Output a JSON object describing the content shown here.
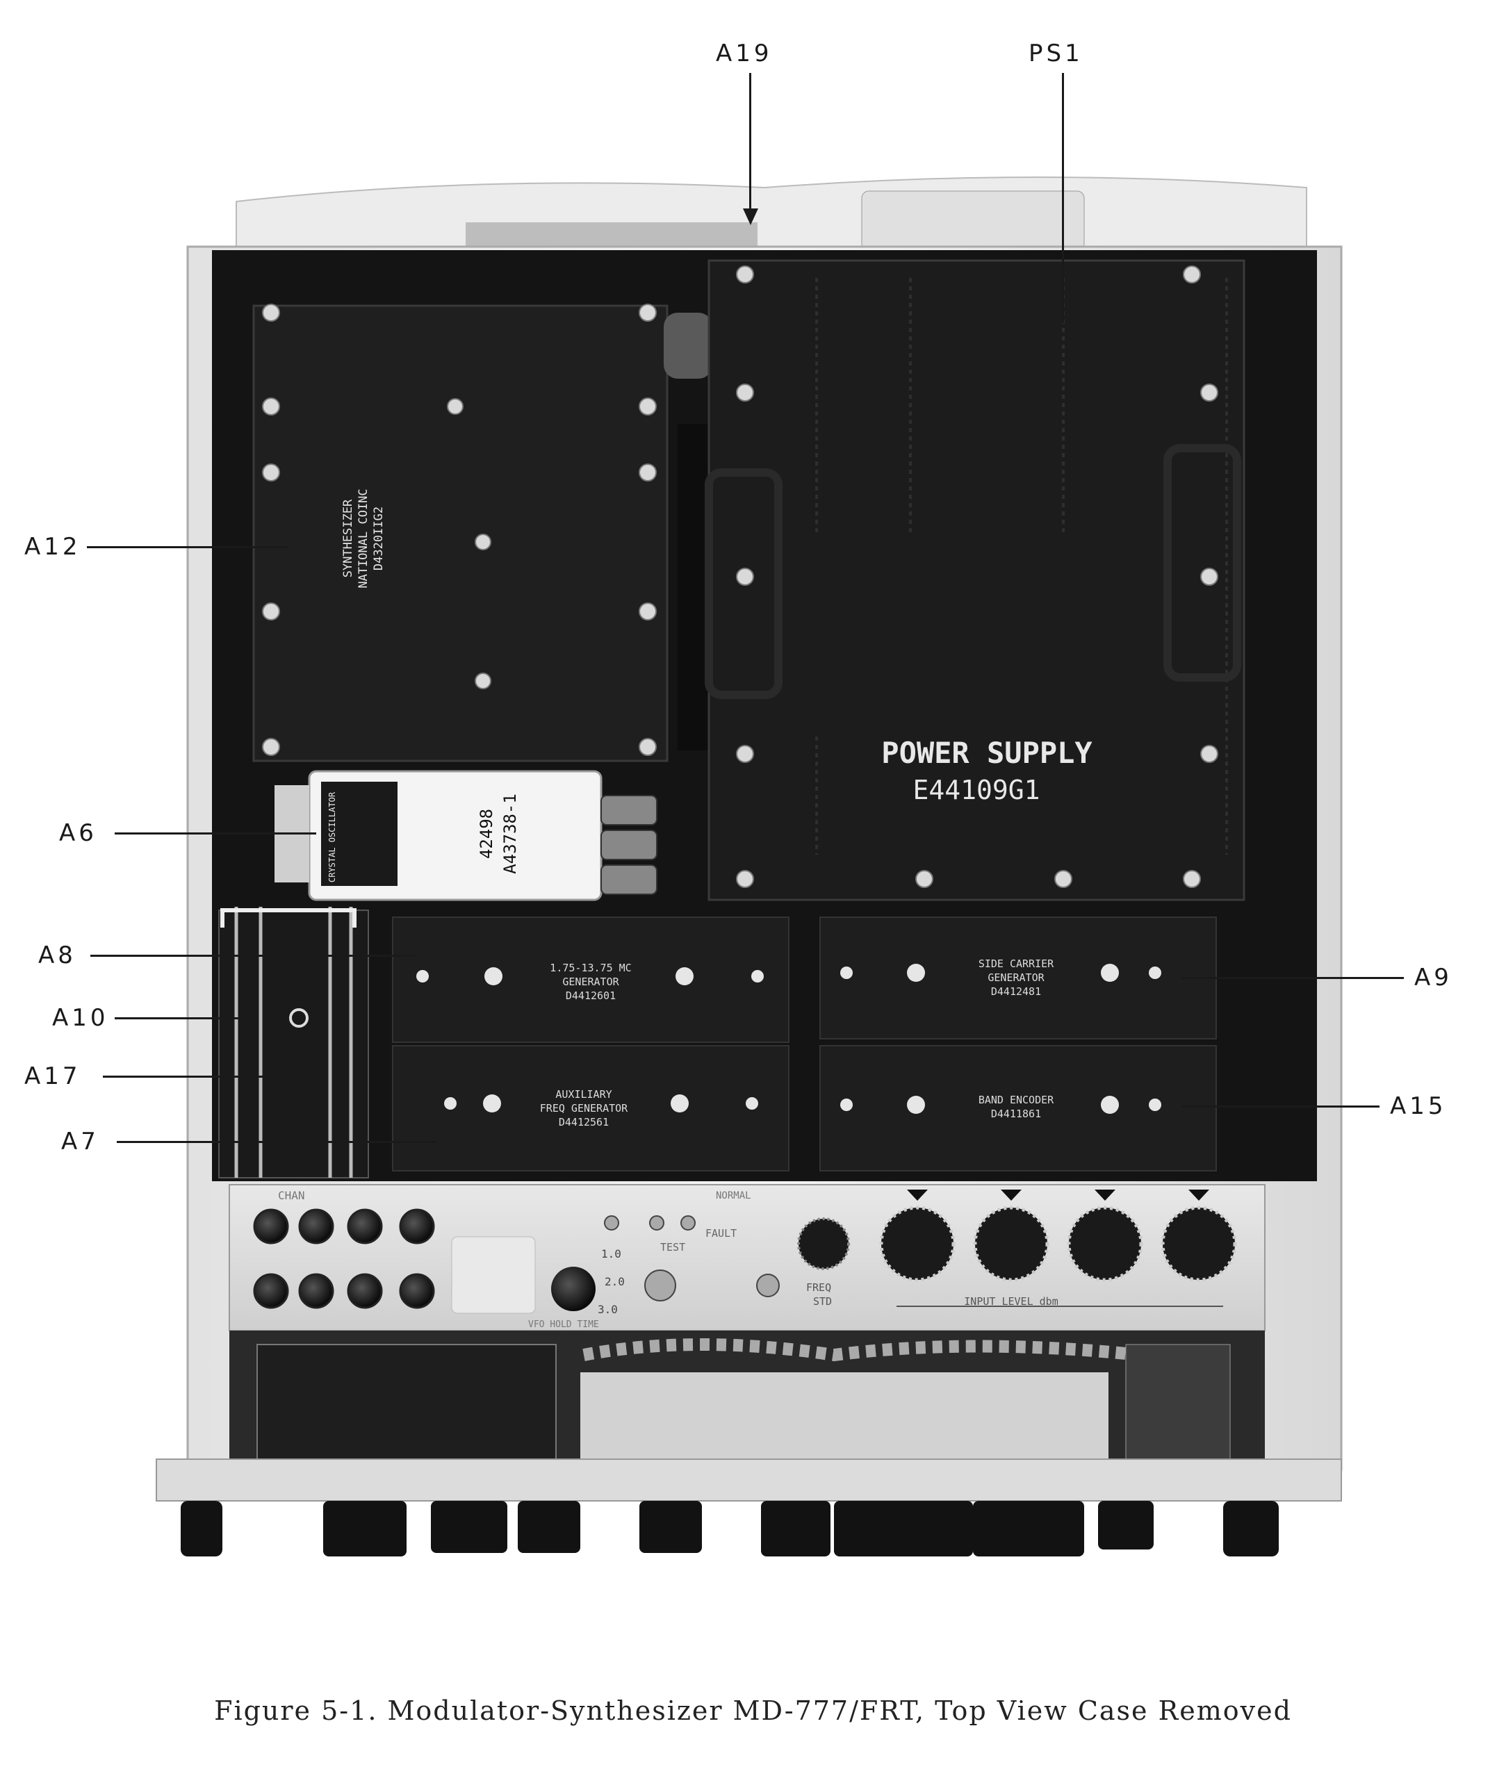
{
  "labels": {
    "a19": "A19",
    "ps1": "PS1",
    "a12": "A12",
    "a6": "A6",
    "a8": "A8",
    "a10": "A10",
    "a17": "A17",
    "a7": "A7",
    "a9": "A9",
    "a15": "A15"
  },
  "modules": {
    "synthesizer": [
      "SYNTHESIZER",
      "NATIONAL COINC",
      "D4320IIG2"
    ],
    "power_supply": [
      "POWER SUPPLY",
      "E44109G1"
    ],
    "crystal": [
      "42498",
      "A43738-1"
    ],
    "crystal_tag": "CRYSTAL OSCILLATOR",
    "a8_text": [
      "1.75-13.75 MC",
      "GENERATOR",
      "D4412601"
    ],
    "a9_text": [
      "SIDE CARRIER",
      "GENERATOR",
      "D4412481"
    ],
    "a7_text": [
      "AUXILIARY",
      "FREQ GENERATOR",
      "D4412561"
    ],
    "a15_text": [
      "BAND ENCODER",
      "D4411861"
    ]
  },
  "panel": {
    "chan": "CHAN",
    "test": "TEST",
    "normal": "NORMAL",
    "fault": "FAULT",
    "freq": "FREQ",
    "std": "STD",
    "input_level": "INPUT LEVEL dbm",
    "hold_time": "VFO HOLD TIME",
    "dial": [
      "1.0",
      "2.0",
      "3.0"
    ]
  },
  "caption": "Figure 5-1.  Modulator-Synthesizer MD-777/FRT, Top View Case Removed"
}
